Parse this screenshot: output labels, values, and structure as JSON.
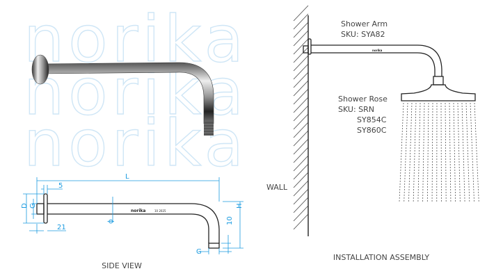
{
  "watermark": {
    "text": "norika",
    "color": "#cfe6f6"
  },
  "side_view": {
    "title": "SIDE VIEW",
    "dimensions": {
      "L": "L",
      "five": "5",
      "D": "D",
      "G_flange": "G",
      "twentyone": "21",
      "phi": "ϕ",
      "ten": "10",
      "H": "H",
      "G_outlet": "G"
    },
    "pipe_brand": "norika",
    "pipe_code": "10 2025",
    "dimension_color": "#1b9be0"
  },
  "assembly": {
    "title": "INSTALLATION ASSEMBLY",
    "wall_label": "WALL",
    "arm_name": "Shower Arm",
    "arm_sku": "SKU: SYA82",
    "rose_name": "Shower Rose",
    "rose_sku": "SKU: SRN",
    "rose_variants": [
      "SY854C",
      "SY860C"
    ]
  }
}
